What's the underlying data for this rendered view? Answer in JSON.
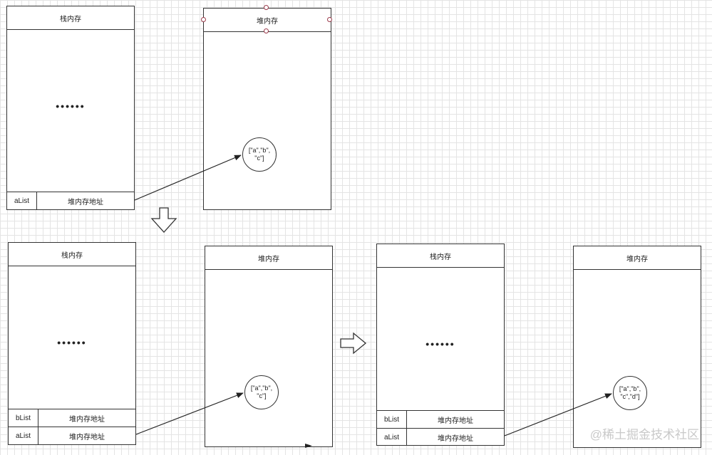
{
  "diagram": {
    "top": {
      "stack": {
        "title": "栈内存",
        "dots": "••••••",
        "rows": [
          {
            "name": "aList",
            "value": "堆内存地址"
          }
        ]
      },
      "heap": {
        "title": "堆内存",
        "value": "[\"a\",\"b\", \"c\"]"
      }
    },
    "bottom_left": {
      "stack": {
        "title": "栈内存",
        "dots": "••••••",
        "rows": [
          {
            "name": "bList",
            "value": "堆内存地址"
          },
          {
            "name": "aList",
            "value": "堆内存地址"
          }
        ]
      },
      "heap": {
        "title": "堆内存",
        "value": "[\"a\",\"b\", \"c\"]"
      }
    },
    "bottom_right": {
      "stack": {
        "title": "栈内存",
        "dots": "••••••",
        "rows": [
          {
            "name": "bList",
            "value": "堆内存地址"
          },
          {
            "name": "aList",
            "value": "堆内存地址"
          }
        ]
      },
      "heap": {
        "title": "堆内存",
        "value": "[\"a\",\"b\", \"c\",\"d\"]"
      }
    }
  },
  "watermark": "@稀土掘金技术社区",
  "colors": {
    "line": "#333333",
    "grid": "#e4e4e4",
    "handle": "#9a3a4a"
  }
}
